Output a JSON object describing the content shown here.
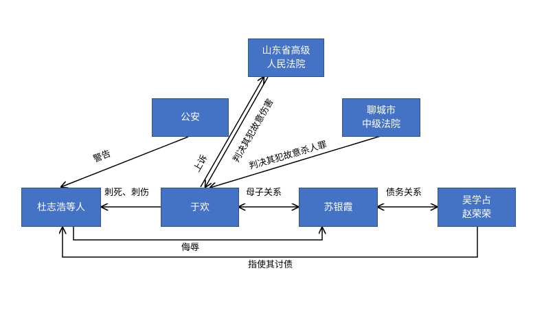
{
  "nodes": {
    "shandong_court": {
      "line1": "山东省高级",
      "line2": "人民法院"
    },
    "police": {
      "line1": "公安"
    },
    "liaocheng_court": {
      "line1": "聊城市",
      "line2": "中级法院"
    },
    "du_zhihao": {
      "line1": "杜志浩等人"
    },
    "yu_huan": {
      "line1": "于欢"
    },
    "su_yinxia": {
      "line1": "苏银霞"
    },
    "wu_zhao": {
      "line1": "吴学占",
      "line2": "赵荣荣"
    }
  },
  "edges": {
    "warning": "警告",
    "stab": "刺死、刺伤",
    "mother_son": "母子关系",
    "debt": "债务关系",
    "appeal": "上诉",
    "injury_verdict": "判决其犯故意伤害",
    "murder_verdict": "判决其犯故意杀人罪",
    "insult": "侮辱",
    "instigate": "指使其讨债"
  },
  "colors": {
    "box_fill": "#4472C4",
    "box_border": "#2F528F",
    "line": "#000000"
  }
}
